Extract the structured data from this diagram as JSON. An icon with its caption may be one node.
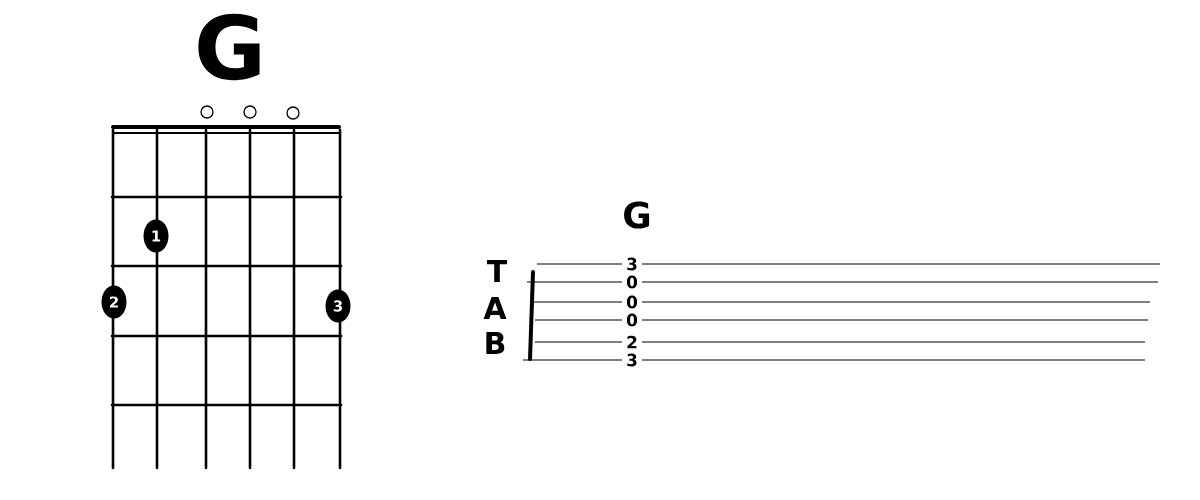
{
  "diagram": {
    "title": "G",
    "nodes": [
      {
        "text": [],
        "shape": "circle"
      },
      {
        "text": [],
        "shape": "circle"
      },
      {
        "text": [],
        "shape": "circle"
      },
      {
        "text": [
          "1"
        ]
      },
      {
        "text": [
          "2"
        ]
      },
      {
        "text": [
          "3"
        ]
      }
    ],
    "labels": [
      "G",
      "T",
      "A",
      "B",
      "3",
      "0",
      "0",
      "0",
      "2",
      "3"
    ]
  }
}
